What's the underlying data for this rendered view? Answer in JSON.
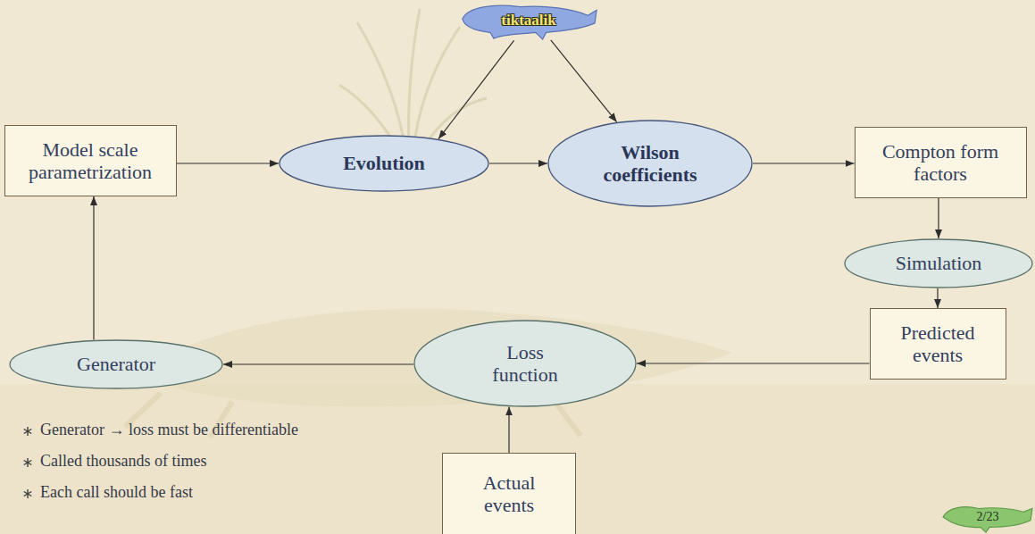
{
  "diagram": {
    "nodes": [
      {
        "text": [
          "tiktaalik"
        ]
      },
      {
        "text": [
          "Model scale parametrization"
        ]
      },
      {
        "text": [
          "Evolution"
        ]
      },
      {
        "text": [
          "Wilson coefficients"
        ]
      },
      {
        "text": [
          "Compton form factors"
        ]
      },
      {
        "text": [
          "Simulation"
        ]
      },
      {
        "text": [
          "Predicted events"
        ]
      },
      {
        "text": [
          "Generator"
        ]
      },
      {
        "text": [
          "Loss function"
        ]
      },
      {
        "text": [
          "Actual events"
        ]
      },
      {
        "text": [
          "2/23"
        ]
      }
    ],
    "edges": [
      {
        "from": 0,
        "to": 2,
        "arrow": "to"
      },
      {
        "from": 0,
        "to": 3,
        "arrow": "to"
      },
      {
        "from": 1,
        "to": 2,
        "arrow": "to"
      },
      {
        "from": 2,
        "to": 3,
        "arrow": "to"
      },
      {
        "from": 3,
        "to": 4,
        "arrow": "to"
      },
      {
        "from": 4,
        "to": 5,
        "arrow": "to"
      },
      {
        "from": 5,
        "to": 6,
        "arrow": "to"
      },
      {
        "from": 6,
        "to": 8,
        "arrow": "to"
      },
      {
        "from": 8,
        "to": 7,
        "arrow": "to"
      },
      {
        "from": 7,
        "to": 1,
        "arrow": "to"
      },
      {
        "from": 9,
        "to": 8,
        "arrow": "to"
      }
    ],
    "labels": [
      "Generator → loss must be differentiable",
      "Called thousands of times",
      "Each call should be fast"
    ]
  }
}
